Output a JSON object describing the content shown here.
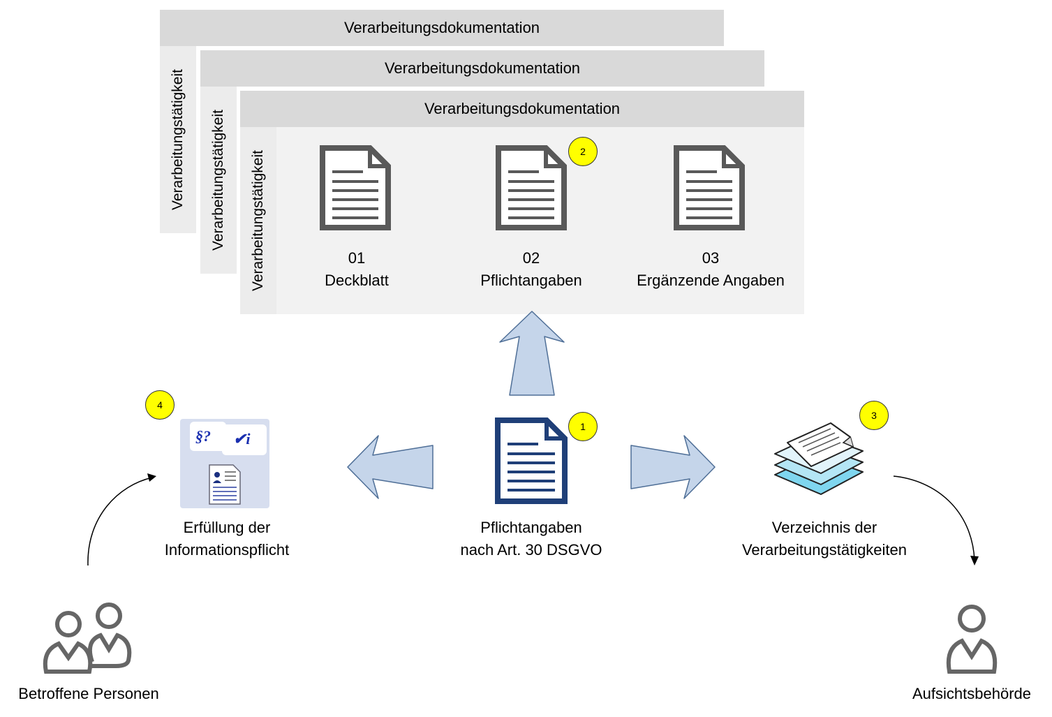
{
  "stack": {
    "header": "Verarbeitungsdokumentation",
    "side": "Verarbeitungstätigkeit"
  },
  "documents": [
    {
      "number": "01",
      "title": "Deckblatt"
    },
    {
      "number": "02",
      "title": "Pflichtangaben"
    },
    {
      "number": "03",
      "title": "Ergänzende Angaben"
    }
  ],
  "center": {
    "line1": "Pflichtangaben",
    "line2": "nach Art. 30 DSGVO"
  },
  "left": {
    "line1": "Erfüllung der",
    "line2": "Informationspflicht",
    "bubble1": "§?",
    "bubble2": "✔i"
  },
  "right": {
    "line1": "Verzeichnis der",
    "line2": "Verarbeitungstätigkeiten"
  },
  "persons": {
    "left": "Betroffene Personen",
    "right": "Aufsichtsbehörde"
  },
  "badges": [
    "1",
    "2",
    "3",
    "4"
  ],
  "colors": {
    "arrow_fill": "#c5d5ea",
    "arrow_stroke": "#4f6f97",
    "doc_dark": "#1f3f78",
    "doc_gray": "#595959",
    "badge": "#ffff00"
  },
  "icons": [
    "document-icon",
    "info-obligation-icon",
    "stacked-pages-icon",
    "person-icon",
    "two-persons-icon"
  ]
}
